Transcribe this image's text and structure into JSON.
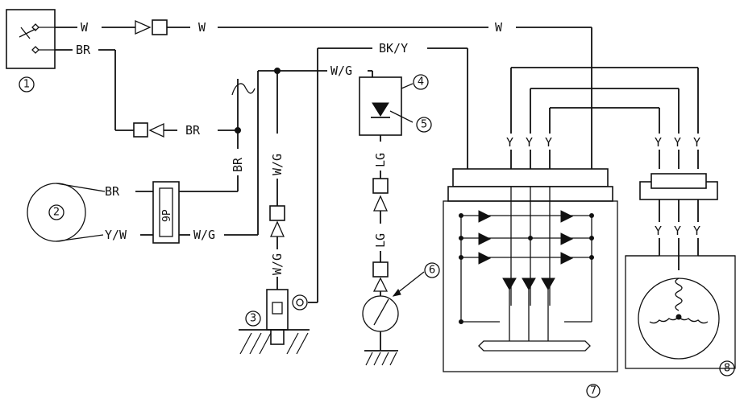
{
  "wire_labels": {
    "w_1": "W",
    "w_2": "W",
    "w_3": "W",
    "br_1": "BR",
    "br_2": "BR",
    "br_3": "BR",
    "br_4": "BR",
    "bky": "BK/Y",
    "wg_top": "W/G",
    "wg_vert": "W/G",
    "wg_lower": "W/G",
    "wg_conn": "W/G",
    "yw": "Y/W",
    "lg_1": "LG",
    "lg_2": "LG"
  },
  "connector_label": "9P",
  "y_marks": [
    "Y",
    "Y",
    "Y",
    "Y",
    "Y",
    "Y",
    "Y",
    "Y",
    "Y"
  ],
  "callouts": [
    "1",
    "2",
    "3",
    "4",
    "5",
    "6",
    "7",
    "8"
  ]
}
